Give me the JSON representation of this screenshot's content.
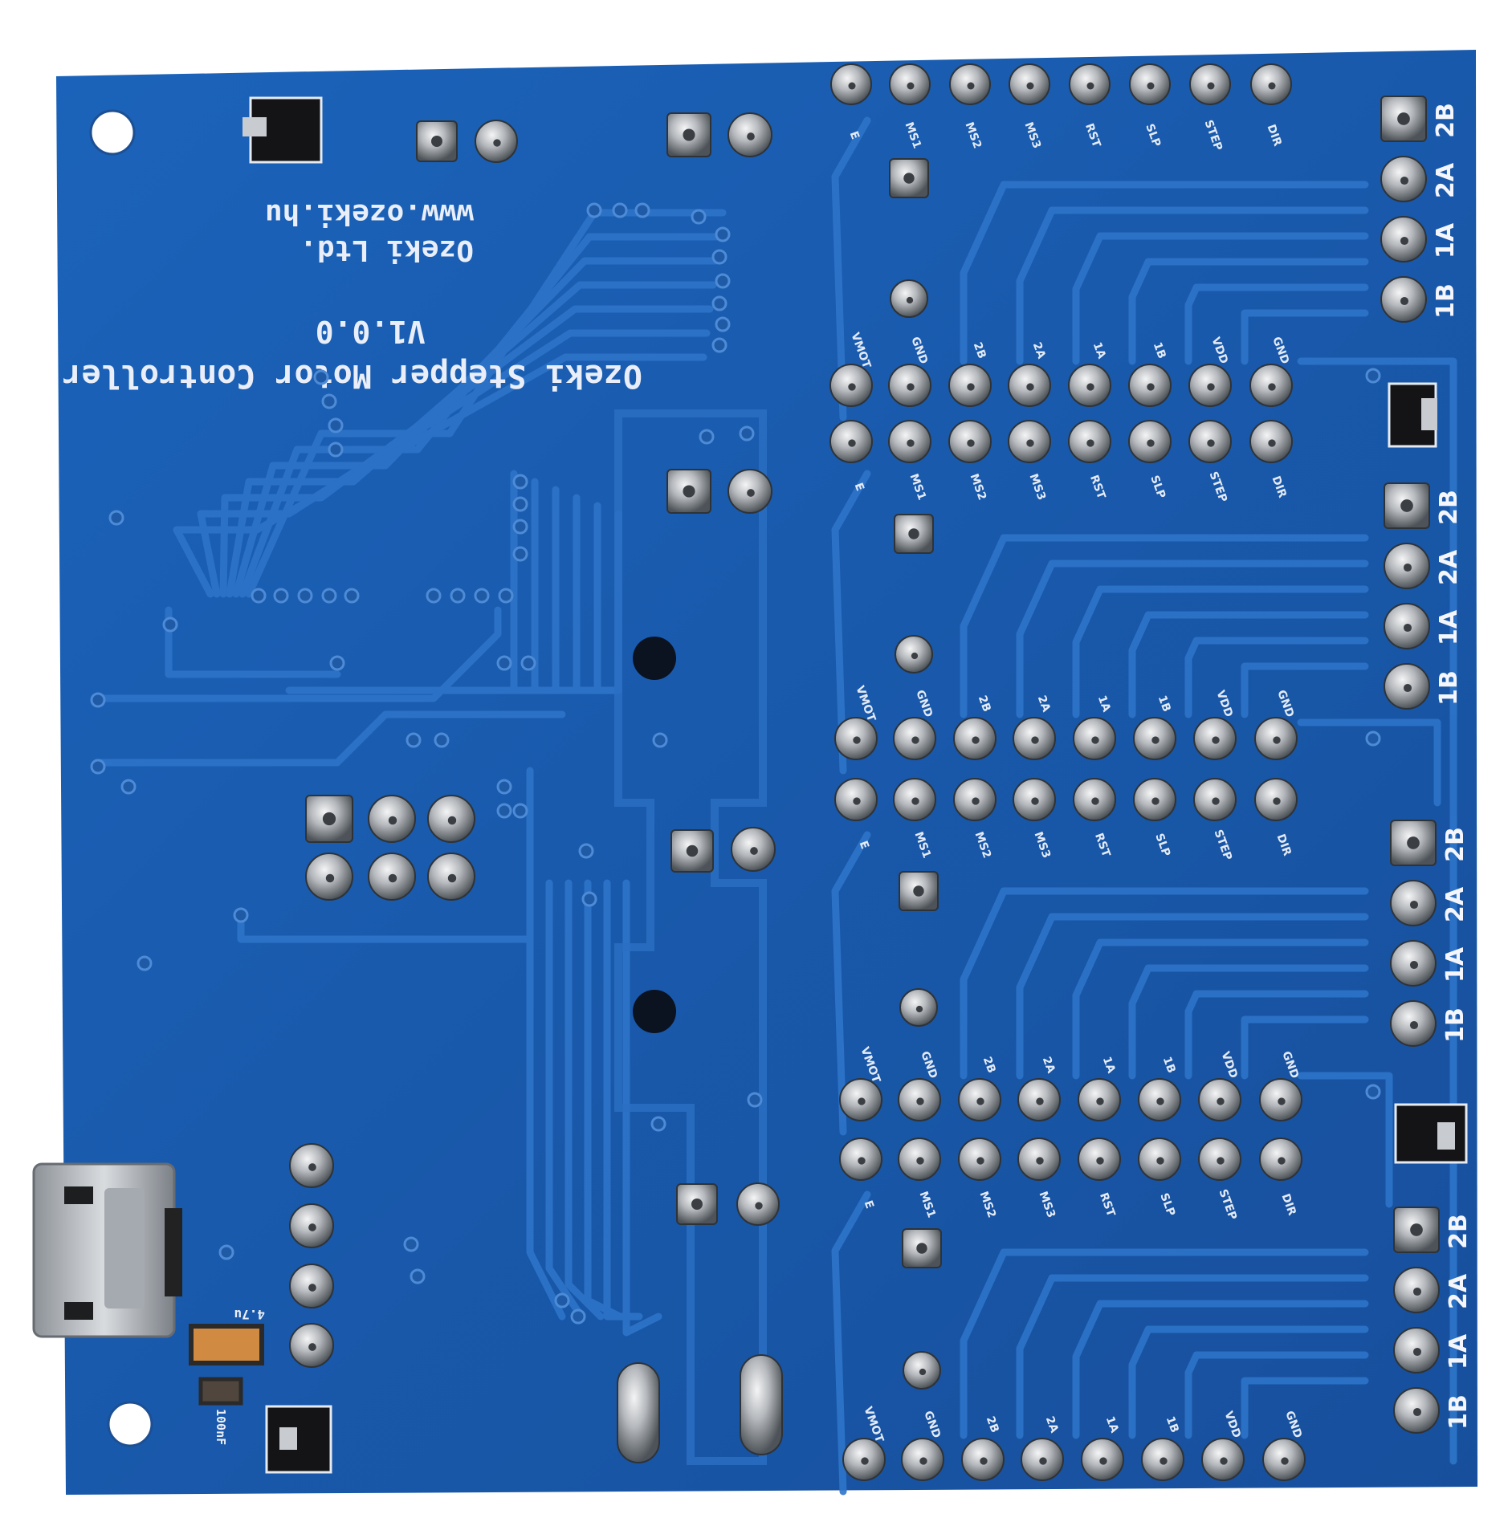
{
  "board": {
    "title": "Ozeki Stepper Motor Controller",
    "version": "V1.0.0",
    "company": "Ozeki Ltd.",
    "website": "www.ozeki.hu",
    "capacitor_label": "4.7u",
    "resistor_label": "100nF"
  },
  "driver_headers": [
    {
      "top_row_labels": [
        "E",
        "MS1",
        "MS2",
        "MS3",
        "RST",
        "SLP",
        "STEP",
        "DIR"
      ],
      "bottom_row_labels": [
        "VMOT",
        "GND",
        "2B",
        "2A",
        "1A",
        "1B",
        "VDD",
        "GND"
      ]
    }
  ],
  "motor_connectors": [
    {
      "pins": [
        "2B",
        "2A",
        "1A",
        "1B"
      ]
    },
    {
      "pins": [
        "2B",
        "2A",
        "1A",
        "1B"
      ]
    },
    {
      "pins": [
        "2B",
        "2A",
        "1A",
        "1B"
      ]
    },
    {
      "pins": [
        "2B",
        "2A",
        "1A",
        "1B"
      ]
    }
  ],
  "colors": {
    "pcb": "#1a5fb4",
    "trace": "#2c73c7",
    "silkscreen": "#e9eef8",
    "solder": "#b9bcc0"
  }
}
